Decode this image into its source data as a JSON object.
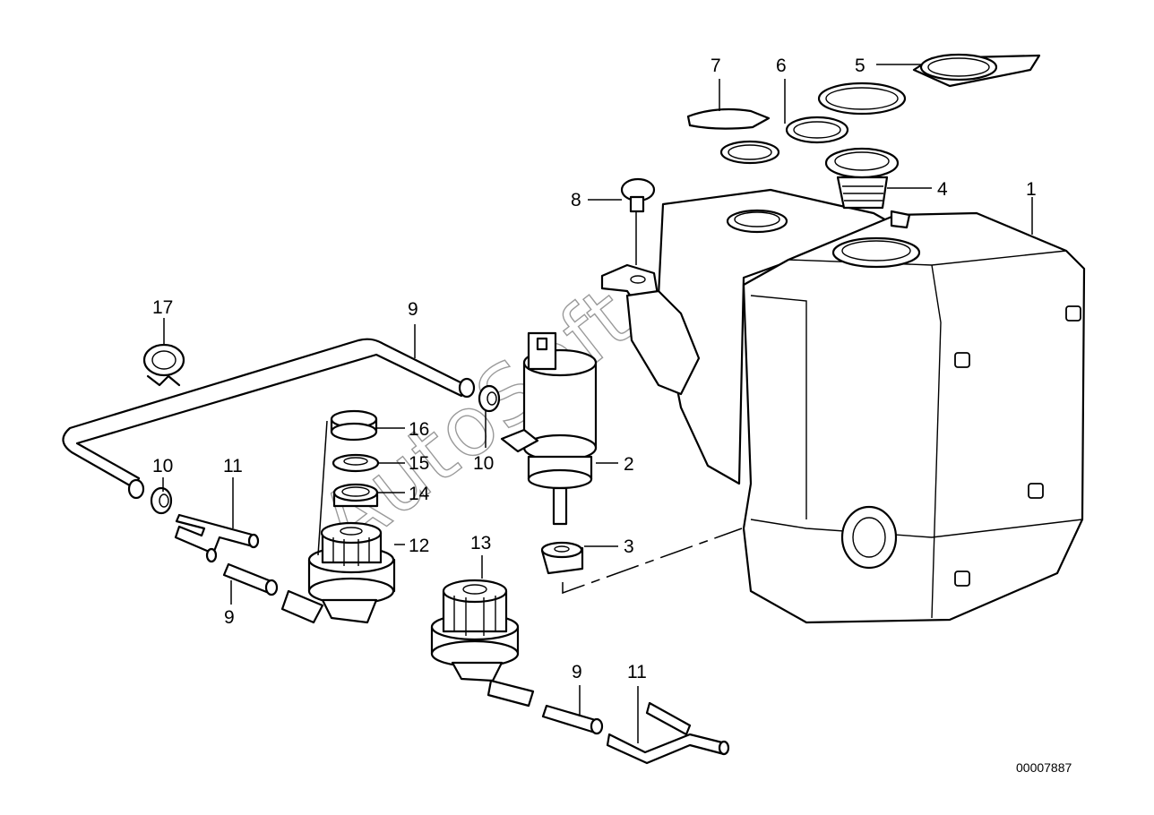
{
  "diagram": {
    "watermark": "AutoSoft",
    "reference_number": "00007887",
    "callouts": [
      {
        "id": "c1",
        "label": "1"
      },
      {
        "id": "c2",
        "label": "2"
      },
      {
        "id": "c3",
        "label": "3"
      },
      {
        "id": "c4",
        "label": "4"
      },
      {
        "id": "c5",
        "label": "5"
      },
      {
        "id": "c6",
        "label": "6"
      },
      {
        "id": "c7",
        "label": "7"
      },
      {
        "id": "c8",
        "label": "8"
      },
      {
        "id": "c9a",
        "label": "9"
      },
      {
        "id": "c9b",
        "label": "9"
      },
      {
        "id": "c9c",
        "label": "9"
      },
      {
        "id": "c10a",
        "label": "10"
      },
      {
        "id": "c10b",
        "label": "10"
      },
      {
        "id": "c11a",
        "label": "11"
      },
      {
        "id": "c11b",
        "label": "11"
      },
      {
        "id": "c12",
        "label": "12"
      },
      {
        "id": "c13",
        "label": "13"
      },
      {
        "id": "c14",
        "label": "14"
      },
      {
        "id": "c15",
        "label": "15"
      },
      {
        "id": "c16",
        "label": "16"
      },
      {
        "id": "c17",
        "label": "17"
      }
    ]
  }
}
